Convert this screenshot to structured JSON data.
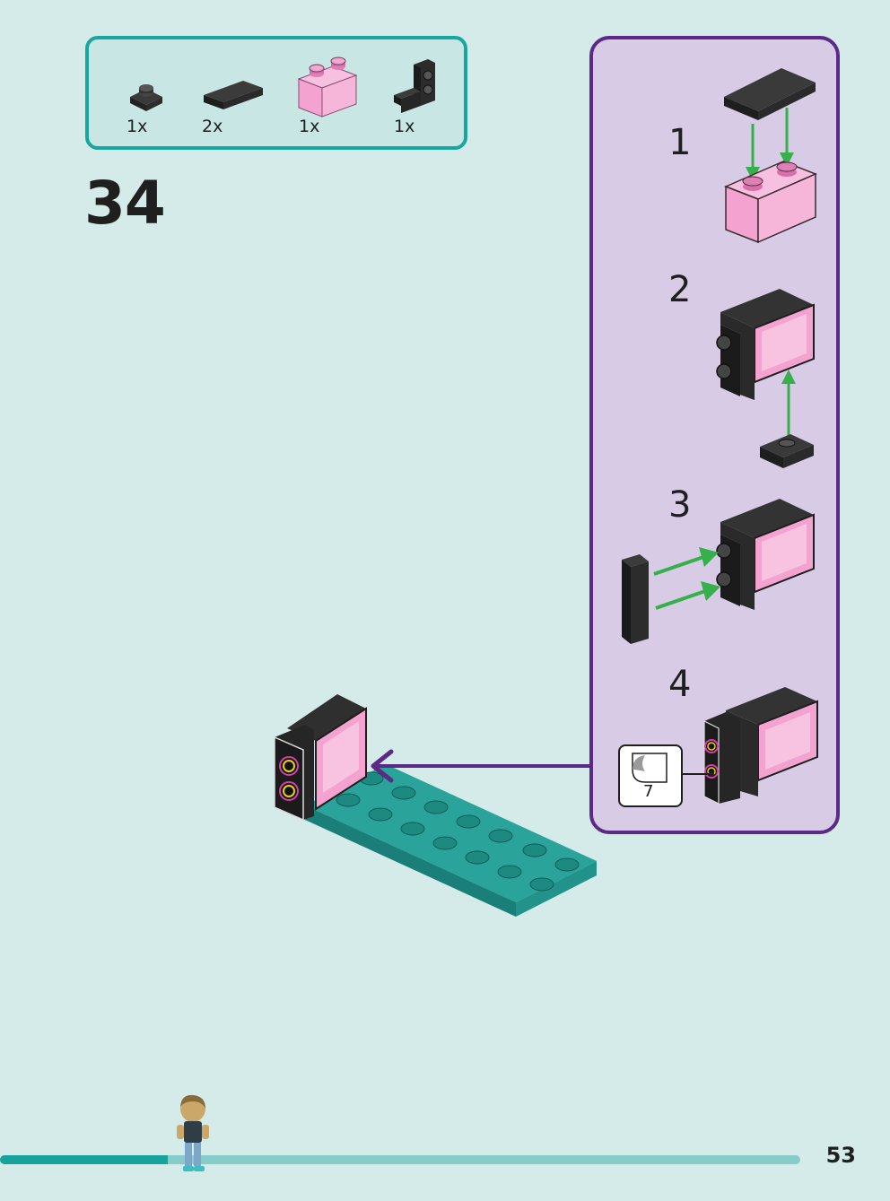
{
  "parts_list": {
    "items": [
      {
        "name": "black-plate-1x1",
        "quantity": "1x"
      },
      {
        "name": "black-tile-1x2",
        "quantity": "2x"
      },
      {
        "name": "trans-pink-brick-1x2",
        "quantity": "1x"
      },
      {
        "name": "black-bracket",
        "quantity": "1x"
      }
    ]
  },
  "main_step": {
    "number": "34"
  },
  "sub_steps": [
    {
      "number": "1"
    },
    {
      "number": "2"
    },
    {
      "number": "3"
    },
    {
      "number": "4"
    }
  ],
  "sticker": {
    "number": "7"
  },
  "page": {
    "number": "53",
    "progress_percent": 21
  },
  "colors": {
    "teal_accent": "#1aa6a0",
    "purple_accent": "#5b2a86",
    "background": "#d4ebe9",
    "subpanel_background": "#d8cbe6",
    "brick_pink": "#f4a3d0",
    "plate_teal": "#2aa39a",
    "arrow_green": "#35b04a",
    "arrow_purple": "#5b2a86"
  }
}
